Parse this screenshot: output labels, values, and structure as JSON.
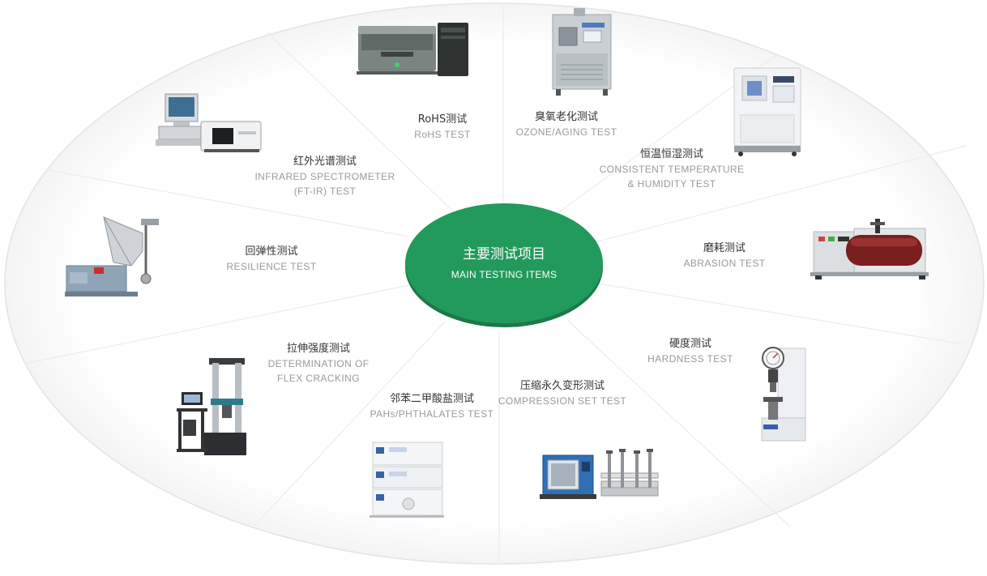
{
  "center": {
    "title_zh": "主要测试项目",
    "title_en": "MAIN TESTING ITEMS"
  },
  "colors": {
    "hub": "#229a5c",
    "hub_shadow": "#1a7a47",
    "ring_stroke": "#e3e3e3",
    "spoke": "#ececec"
  },
  "items": [
    {
      "id": "rohs",
      "zh": "RoHS测试",
      "en": "RoHS TEST",
      "icon": "xrf-spectrometer-icon"
    },
    {
      "id": "ozone",
      "zh": "臭氧老化测试",
      "en": "OZONE/AGING TEST",
      "icon": "aging-chamber-icon"
    },
    {
      "id": "temp",
      "zh": "恒温恒湿测试",
      "en1": "CONSISTENT TEMPERATURE",
      "en2": "& HUMIDITY TEST",
      "icon": "climate-chamber-icon"
    },
    {
      "id": "abrasion",
      "zh": "磨耗测试",
      "en": "ABRASION TEST",
      "icon": "drum-abrasion-tester-icon"
    },
    {
      "id": "hardness",
      "zh": "硬度测试",
      "en": "HARDNESS TEST",
      "icon": "hardness-tester-icon"
    },
    {
      "id": "compression",
      "zh": "压缩永久变形测试",
      "en": "COMPRESSION SET TEST",
      "icon": "oven-and-clamp-icon"
    },
    {
      "id": "pahs",
      "zh": "邻苯二甲酸盐测试",
      "en": "PAHs/PHTHALATES TEST",
      "icon": "hplc-stack-icon"
    },
    {
      "id": "tensile",
      "zh": "拉伸强度测试",
      "en1": "DETERMINATION OF",
      "en2": "FLEX CRACKING",
      "icon": "tensile-machine-icon"
    },
    {
      "id": "resilience",
      "zh": "回弹性测试",
      "en": "RESILIENCE TEST",
      "icon": "pendulum-tester-icon"
    },
    {
      "id": "ftir",
      "zh": "红外光谱测试",
      "en1": "INFRARED SPECTROMETER",
      "en2": "(FT-IR) TEST",
      "icon": "ftir-spectrometer-icon"
    }
  ]
}
